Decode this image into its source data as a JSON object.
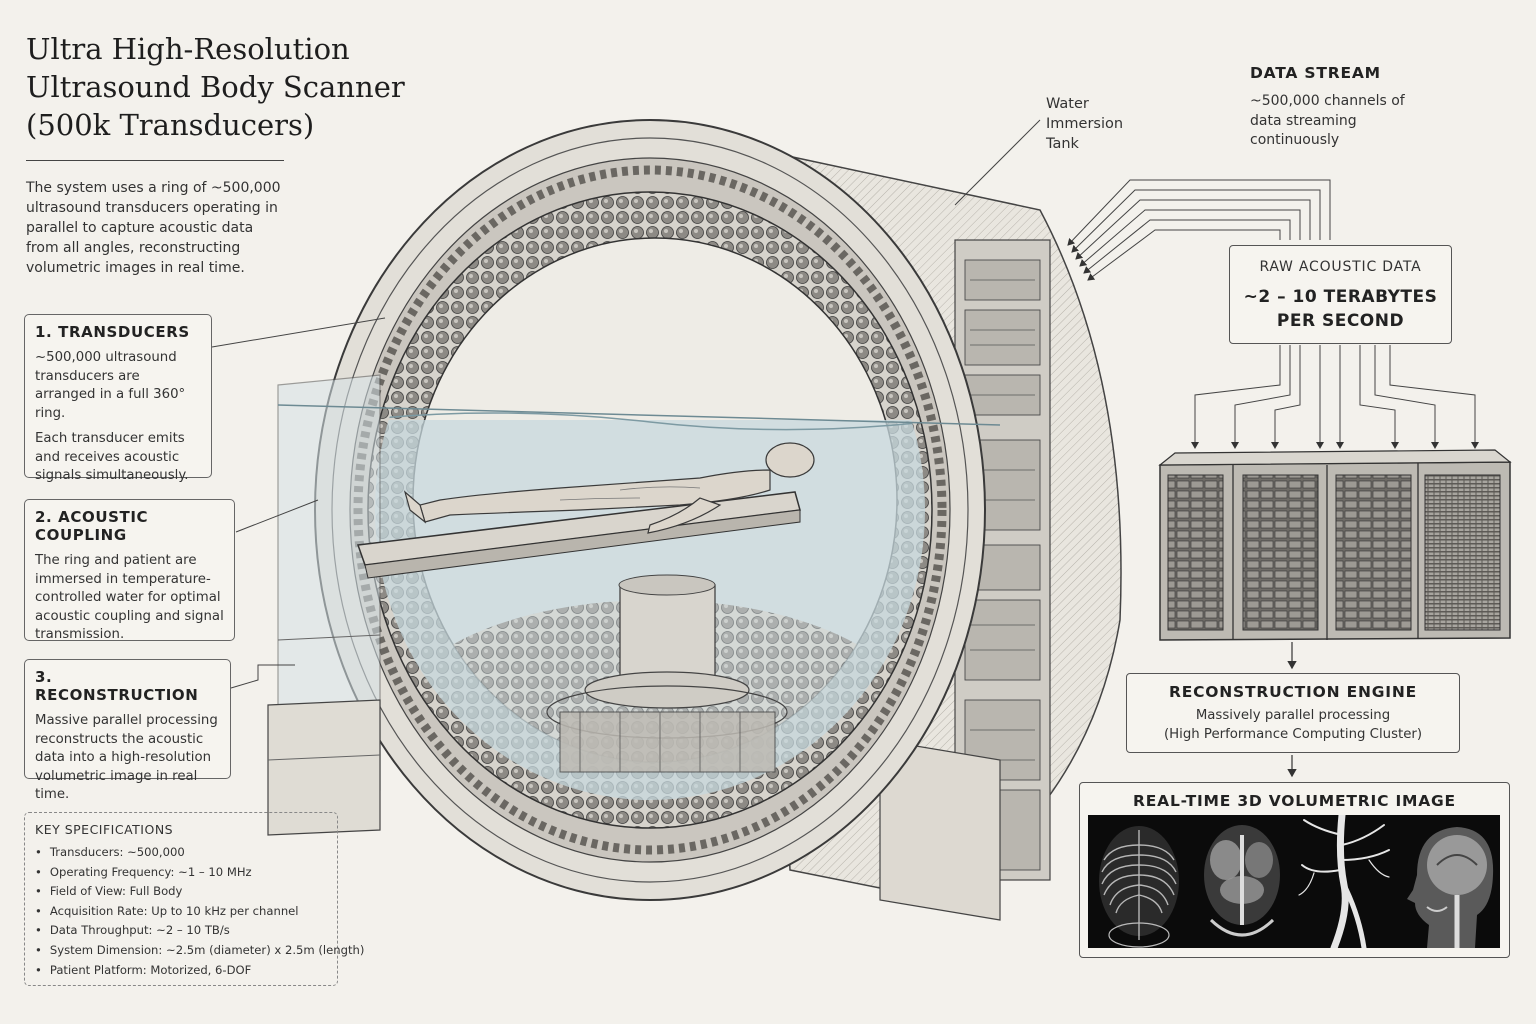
{
  "title": {
    "line1": "Ultra High-Resolution",
    "line2": "Ultrasound Body Scanner",
    "line3": "(500k Transducers)"
  },
  "intro": "The system uses a ring of ~500,000 ultrasound transducers operating in parallel to capture acoustic data from all angles, reconstructing volumetric images in real time.",
  "callouts": [
    {
      "heading": "1. TRANSDUCERS",
      "paragraphs": [
        "~500,000 ultrasound transducers are arranged in a full 360° ring.",
        "Each transducer emits and receives acoustic signals simultaneously."
      ]
    },
    {
      "heading": "2. ACOUSTIC COUPLING",
      "paragraphs": [
        "The ring and patient are immersed in temperature-controlled water for optimal acoustic coupling and signal transmission."
      ]
    },
    {
      "heading": "3. RECONSTRUCTION",
      "paragraphs": [
        "Massive parallel processing reconstructs the acoustic data into a high-resolution volumetric image in real time."
      ]
    }
  ],
  "specs": {
    "heading": "KEY SPECIFICATIONS",
    "items": [
      "Transducers: ~500,000",
      "Operating Frequency: ~1 – 10 MHz",
      "Field of View: Full Body",
      "Acquisition Rate: Up to 10 kHz per channel",
      "Data Throughput: ~2 – 10 TB/s",
      "System Dimension: ~2.5m (diameter) x 2.5m (length)",
      "Patient Platform: Motorized, 6-DOF"
    ]
  },
  "water_label": {
    "line1": "Water",
    "line2": "Immersion",
    "line3": "Tank"
  },
  "data_stream": {
    "title": "DATA STREAM",
    "description": "~500,000 channels of data streaming continuously"
  },
  "raw_data": {
    "label": "RAW ACOUSTIC DATA",
    "value_line1": "~2 – 10 TERABYTES",
    "value_line2": "PER SECOND"
  },
  "reconstruction_engine": {
    "title": "RECONSTRUCTION ENGINE",
    "line1": "Massively parallel processing",
    "line2": "(High Performance Computing Cluster)"
  },
  "volumetric": {
    "title": "REAL-TIME 3D VOLUMETRIC IMAGE"
  },
  "colors": {
    "paper": "#f3f1ec",
    "ink": "#2a2a2a",
    "water": "#cfdde2",
    "steel": "#e6e3dc",
    "thumb_bg": "#0b0b0b"
  }
}
